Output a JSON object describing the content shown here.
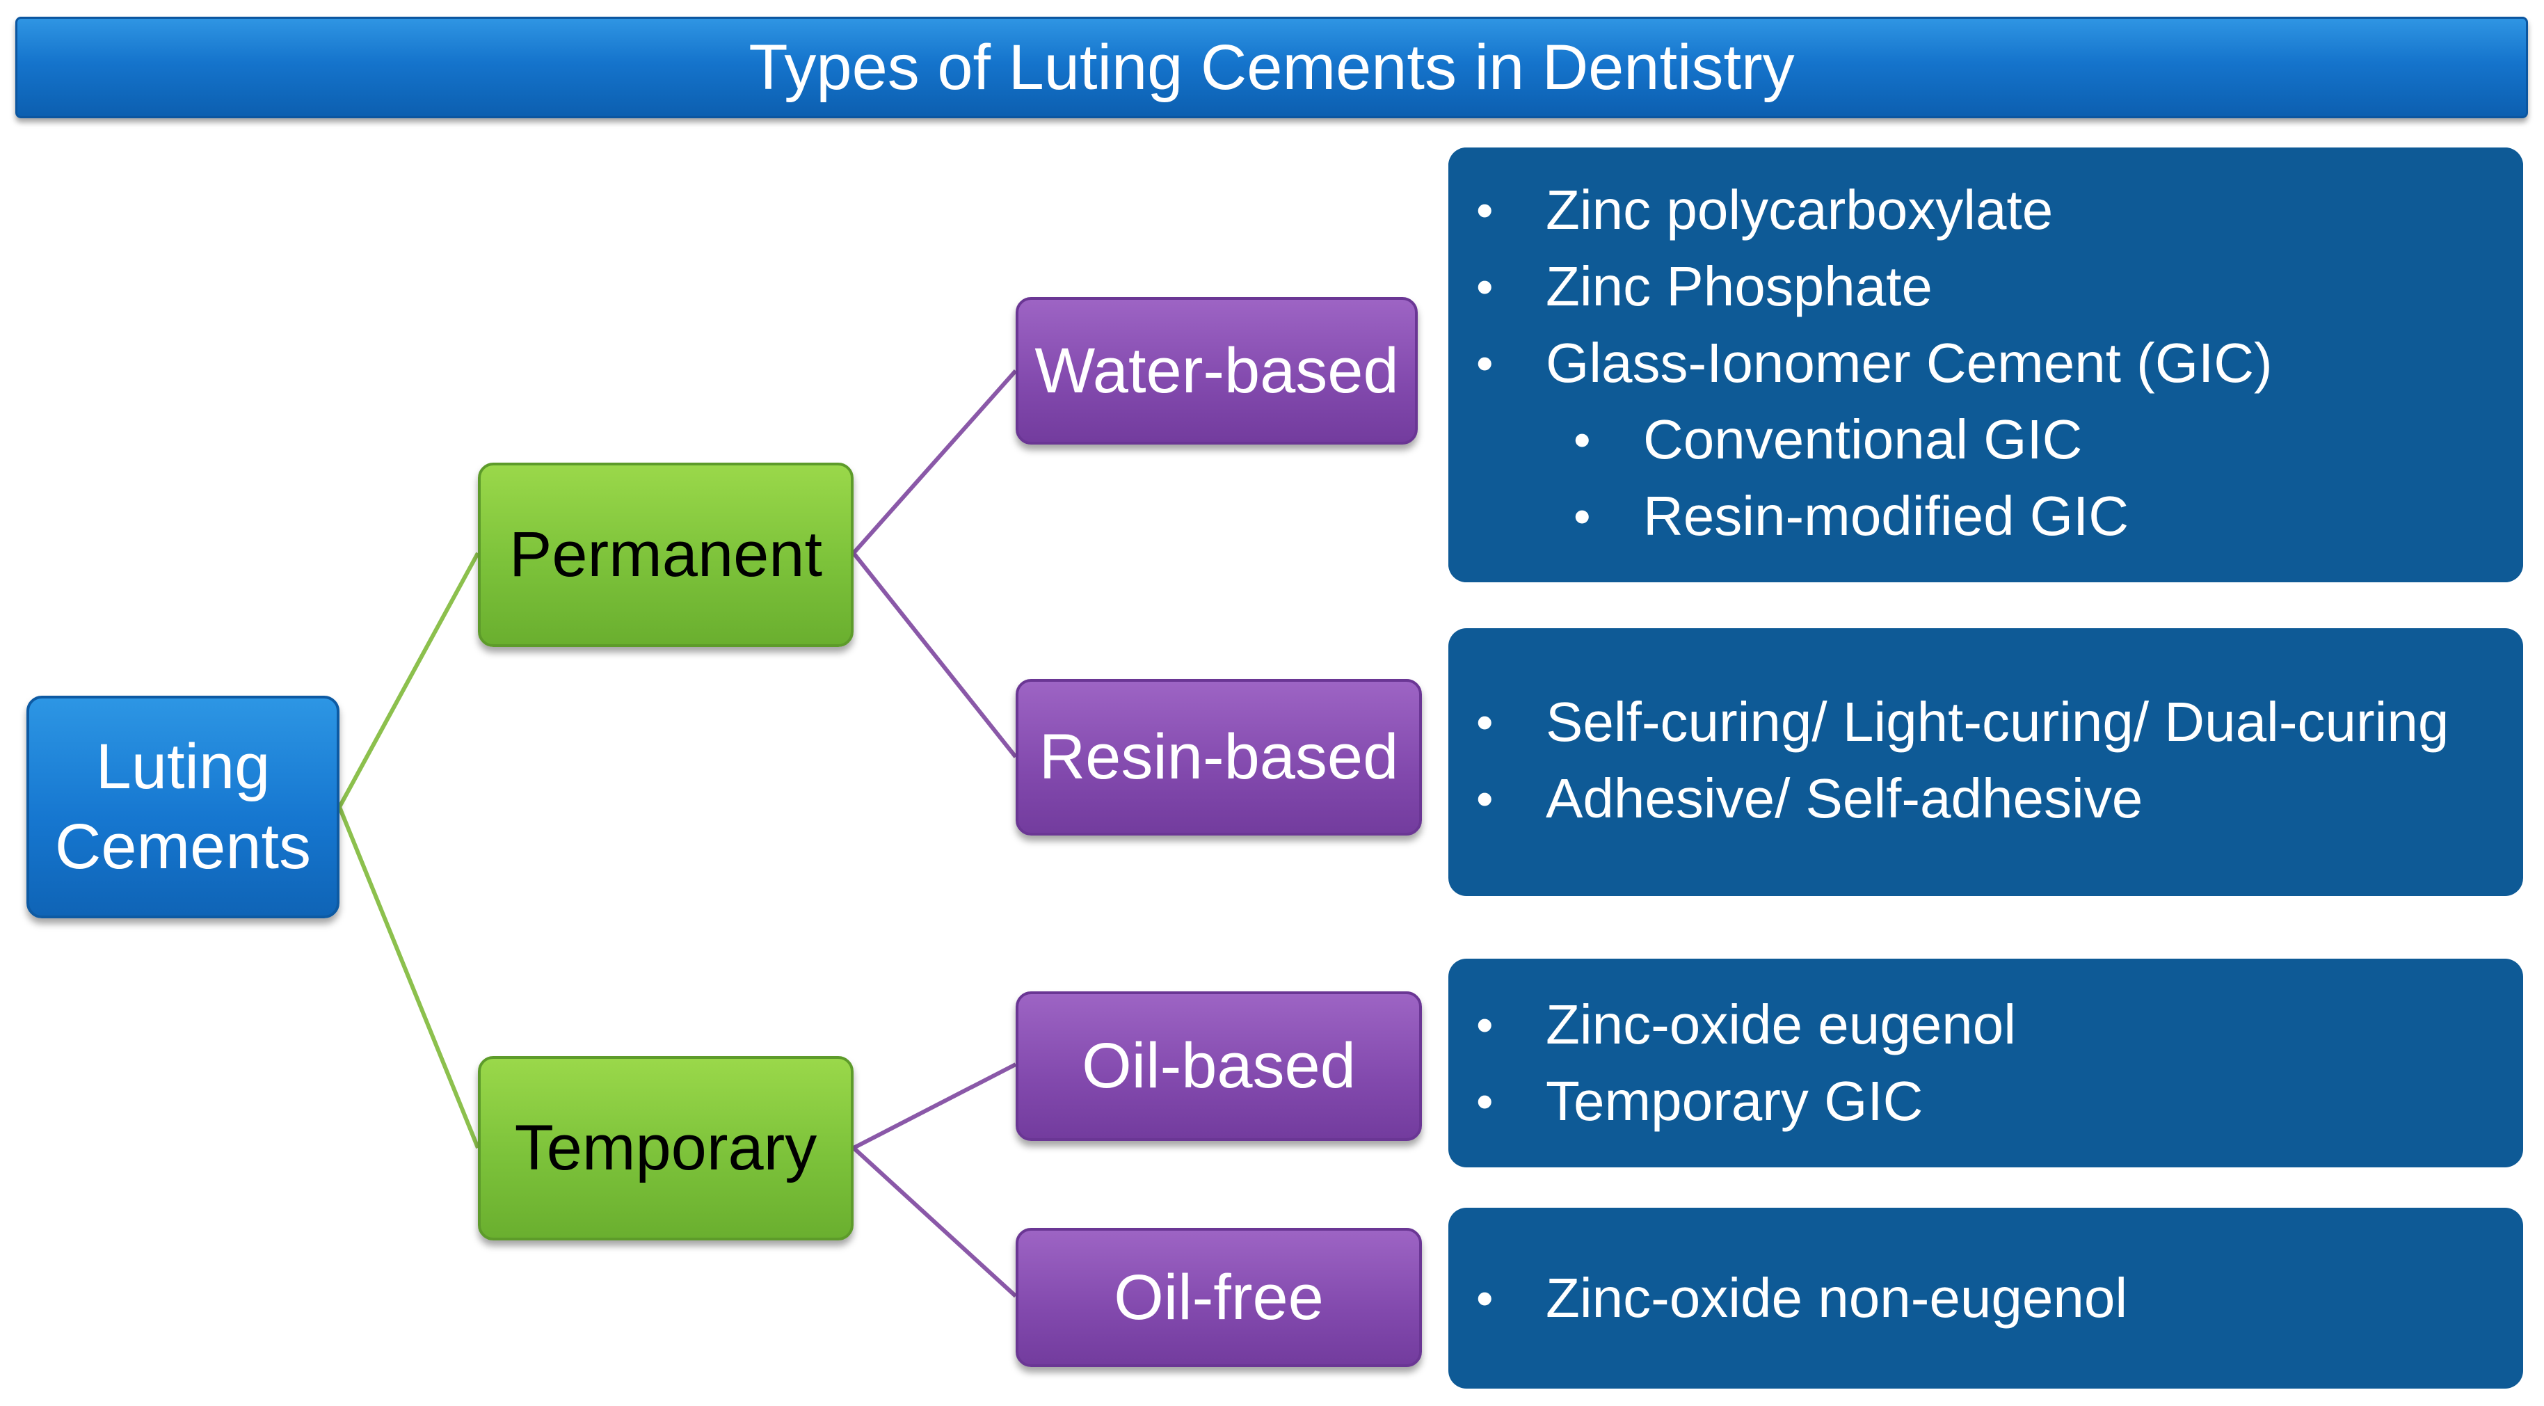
{
  "title": "Types of Luting Cements in Dentistry",
  "root": {
    "line1": "Luting",
    "line2": "Cements"
  },
  "categories": {
    "permanent": "Permanent",
    "temporary": "Temporary"
  },
  "subtypes": {
    "water_based": "Water-based",
    "resin_based": "Resin-based",
    "oil_based": "Oil-based",
    "oil_free": "Oil-free"
  },
  "details": {
    "water_based": [
      "Zinc polycarboxylate",
      "Zinc Phosphate",
      "Glass-Ionomer Cement (GIC)",
      "Conventional GIC",
      "Resin-modified GIC"
    ],
    "resin_based": [
      "Self-curing/ Light-curing/ Dual-curing",
      "Adhesive/ Self-adhesive"
    ],
    "oil_based": [
      "Zinc-oxide eugenol",
      "Temporary GIC"
    ],
    "oil_free": [
      "Zinc-oxide non-eugenol"
    ]
  },
  "colors": {
    "title_bar": "#1574cc",
    "root_box": "#1677d0",
    "category_box": "#7cc23a",
    "subtype_box": "#8249ad",
    "detail_box": "#0e5a96",
    "green_connector": "#8cc04d",
    "purple_connector": "#8a58a8"
  }
}
